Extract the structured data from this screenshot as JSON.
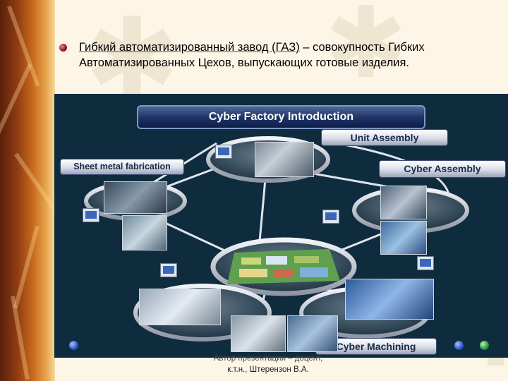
{
  "heading": {
    "term": "Гибкий автоматизированный завод (ГАЗ)",
    "rest": " – совокупность Гибких Автоматизированных Цехов, выпускающих готовые изделия."
  },
  "figure": {
    "title": "Cyber Factory Introduction",
    "labels": {
      "unit_assembly": "Unit Assembly",
      "sheet_metal": "Sheet metal fabrication",
      "cyber_assembly": "Cyber Assembly",
      "cyber_machining": "Cyber Machining"
    },
    "colors": {
      "background": "#0f2c3f",
      "ring": "#c9ccd2",
      "pill": "#d8dde8"
    }
  },
  "footer": {
    "line1": "Автор презентации – доцент,",
    "line2": "к.т.н., Штерензон В.А."
  },
  "nav": {
    "icons": [
      "nav-dot-blue",
      "nav-dot-blue",
      "nav-dot-green"
    ],
    "colors": [
      "#2f56c8",
      "#2f56c8",
      "#2a9a3a"
    ]
  }
}
